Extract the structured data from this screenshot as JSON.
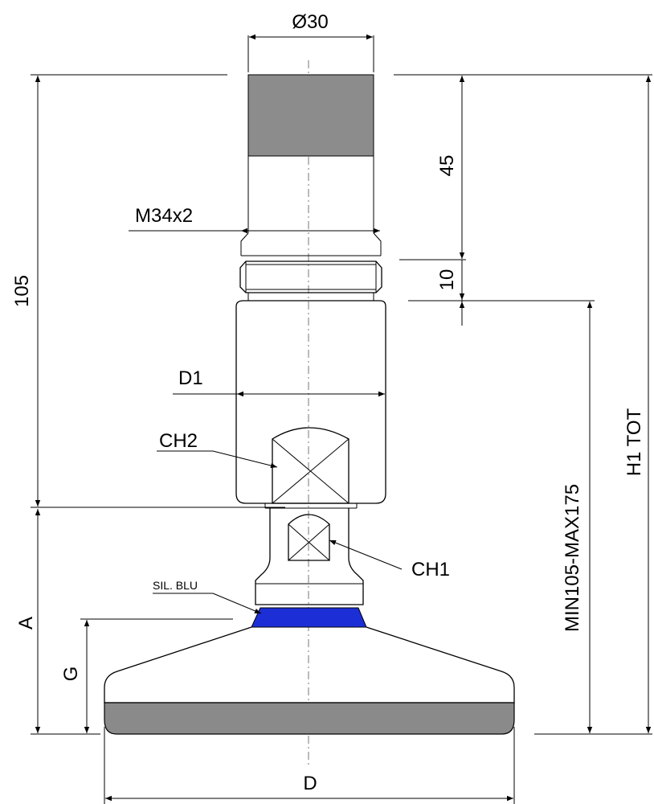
{
  "labels": {
    "diameter_top": "Ø30",
    "dim_105": "105",
    "dim_45": "45",
    "dim_10": "10",
    "thread": "M34x2",
    "d1": "D1",
    "ch2": "CH2",
    "ch1": "CH1",
    "sil_blu": "SIL. BLU",
    "a": "A",
    "g": "G",
    "min_max": "MIN105-MAX175",
    "h1_tot": "H1 TOT",
    "d": "D"
  },
  "colors": {
    "rubber_grey": "#8c8c8c",
    "base_grey": "#8a8a8a",
    "silicone_blue": "#1c2fd6"
  }
}
